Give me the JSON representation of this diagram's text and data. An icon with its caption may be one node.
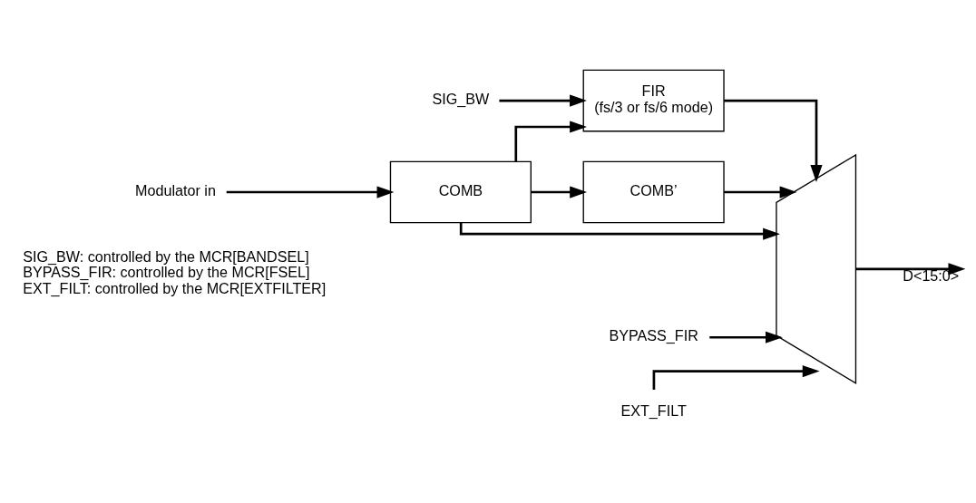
{
  "diagram": {
    "nodes": [
      {
        "text": [
          "Modulator in"
        ]
      },
      {
        "text": [
          "COMB"
        ]
      },
      {
        "text": [
          "FIR",
          "(fs/3 or fs/6 mode)"
        ]
      },
      {
        "text": [
          "COMB’"
        ]
      },
      {
        "text": [],
        "shape": "trapezoid"
      },
      {
        "text": [
          "SIG_BW"
        ]
      },
      {
        "text": [
          "BYPASS_FIR"
        ]
      },
      {
        "text": [
          "EXT_FILT"
        ]
      }
    ],
    "edges": [
      {
        "from": 0,
        "to": 1,
        "arrow": "to"
      },
      {
        "from": 1,
        "to": 4,
        "arrow": "to"
      },
      {
        "from": 1,
        "to": 2,
        "arrow": "to"
      },
      {
        "from": 1,
        "to": 3,
        "arrow": "to"
      },
      {
        "from": 5,
        "to": 2,
        "arrow": "to"
      },
      {
        "from": 2,
        "to": 4,
        "arrow": "to"
      },
      {
        "from": 3,
        "to": 4,
        "arrow": "to"
      },
      {
        "from": 6,
        "to": 4,
        "arrow": "to"
      },
      {
        "from": 7,
        "to": 4,
        "arrow": "to"
      },
      {
        "from": 4,
        "to": null,
        "arrow": "to",
        "label": "D<15:0>"
      }
    ],
    "labels": [
      "SIG_BW: controlled by the MCR[BANDSEL]",
      "BYPASS_FIR: controlled by the MCR[FSEL]",
      "EXT_FILT: controlled by the MCR[EXTFILTER]"
    ]
  }
}
